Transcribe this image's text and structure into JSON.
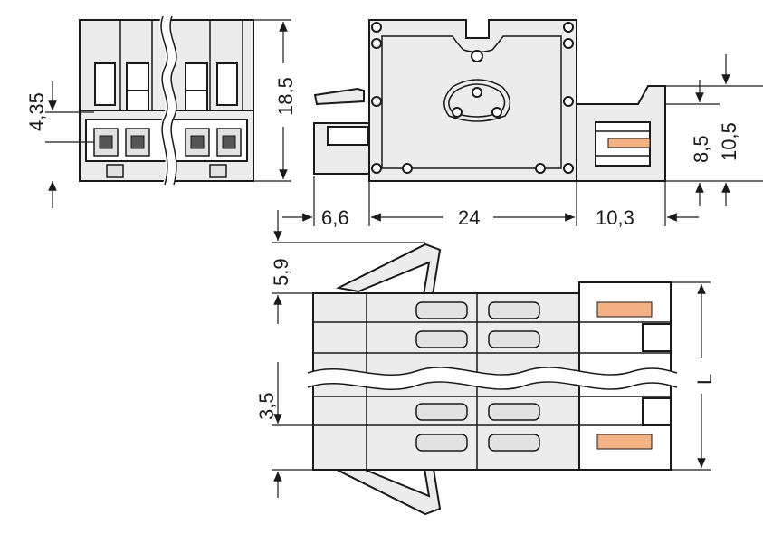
{
  "dimensions": {
    "pitch": "4,35",
    "height": "18,5",
    "right_top": "10,5",
    "right_bottom": "8,5",
    "left_depth": "6,6",
    "body_length": "24",
    "right_length": "10,3",
    "latch_offset": "5,9",
    "pin_offset": "3,5",
    "total_length": "L"
  },
  "colors": {
    "body": "#ececec",
    "line": "#1a1a1a",
    "accent": "#f4b183"
  }
}
